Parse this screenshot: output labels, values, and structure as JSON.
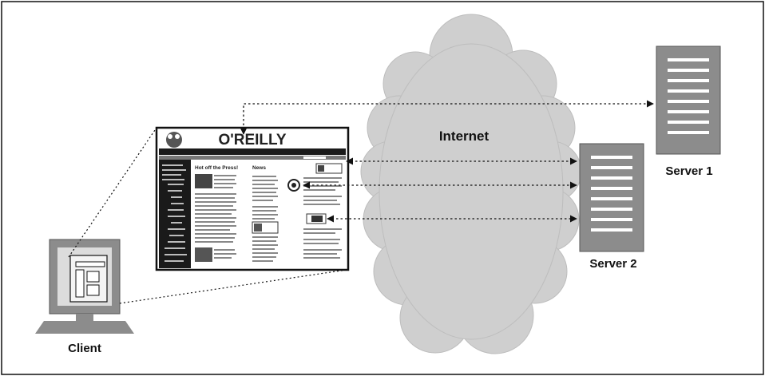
{
  "diagram": {
    "labels": {
      "internet": "Internet",
      "client": "Client",
      "server1": "Server 1",
      "server2": "Server 2"
    },
    "webpage": {
      "logo_text": "O'REILLY",
      "left_headline": "Hot off the Press!",
      "right_headline": "News"
    },
    "colors": {
      "frame": "#111111",
      "cloud_fill": "#cfcfcf",
      "server_fill": "#8c8c8c",
      "monitor_fill": "#8c8c8c",
      "screen_fill": "#dcdcdc"
    }
  }
}
